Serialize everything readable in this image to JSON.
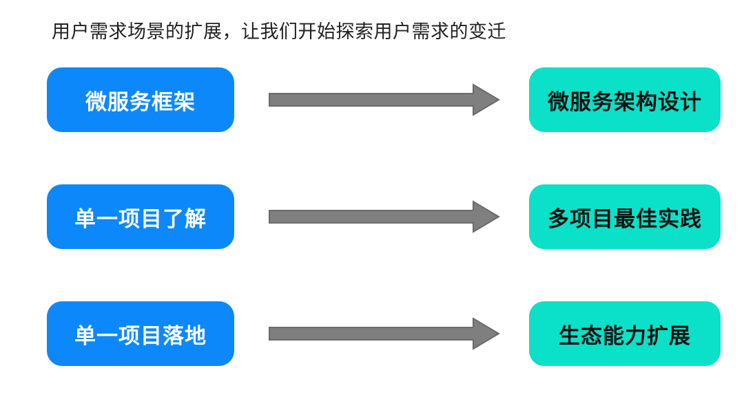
{
  "title": "用户需求场景的扩展，让我们开始探索用户需求的变迁",
  "colors": {
    "accent_blue": "#0d88fb",
    "accent_teal": "#0be0c8",
    "arrow_gray": "#7f7f7f",
    "arrow_outline": "#6a6a6a",
    "title_text": "#212121"
  },
  "rows": [
    {
      "source": "微服务框架",
      "target": "微服务架构设计"
    },
    {
      "source": "单一项目了解",
      "target": "多项目最佳实践"
    },
    {
      "source": "单一项目落地",
      "target": "生态能力扩展"
    }
  ]
}
